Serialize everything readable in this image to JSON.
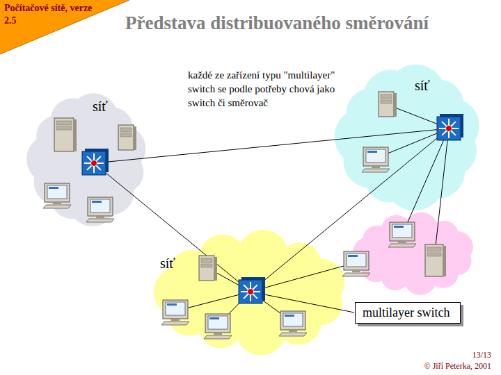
{
  "diagram": {
    "title": "Představa distribuovaného směrování",
    "nodes": [
      {
        "text": [
          "síť"
        ]
      },
      {
        "text": [
          "síť"
        ]
      },
      {
        "text": [
          "síť"
        ]
      },
      {
        "text": [
          "multilayer switch"
        ]
      }
    ],
    "labels": [
      "Počítačové sítě, verze 2.5",
      "každé ze zařízení typu \"multilayer\" switch se podle potřeby chová jako switch či směrovač",
      "13/13",
      "© Jiří Peterka, 2001"
    ]
  }
}
